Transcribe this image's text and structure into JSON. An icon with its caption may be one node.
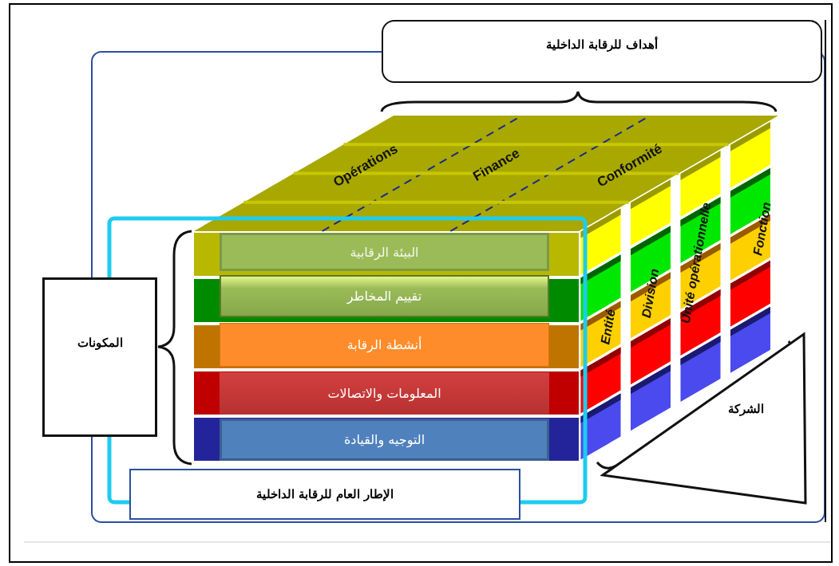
{
  "diagram": {
    "nodes": [
      {
        "text": [
          "أهداف للرقابة الداخلية"
        ]
      },
      {
        "text": [
          "البيئة الرقابية"
        ]
      },
      {
        "text": [
          "تقييم المخاطر"
        ]
      },
      {
        "text": [
          "أنشطة الرقابة"
        ]
      },
      {
        "text": [
          "المعلومات والاتصالات"
        ]
      },
      {
        "text": [
          "التوجيه والقيادة"
        ]
      },
      {
        "text": [
          "المكونات"
        ]
      },
      {
        "text": [
          "الشركة"
        ]
      },
      {
        "text": [
          "الإطار العام للرقابة الداخلية"
        ]
      }
    ],
    "labels": [
      "Opérations",
      "Finance",
      "Conformité",
      "Entité",
      "Division",
      "Unité opérationnelle",
      "Fonction"
    ]
  }
}
